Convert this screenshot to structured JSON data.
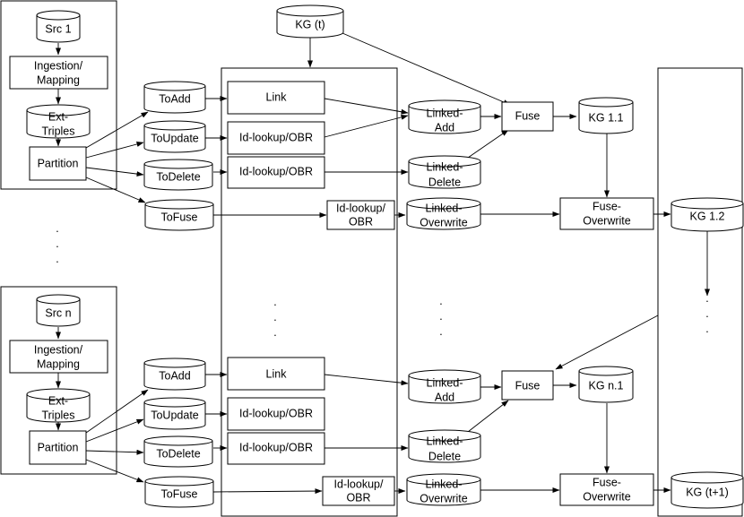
{
  "kg_t": "KG (t)",
  "source_1": {
    "src": "Src 1",
    "ingestion": [
      "Ingestion/",
      "Mapping"
    ],
    "ext": [
      "Ext-",
      "Triples"
    ],
    "partition": "Partition",
    "to_add": "ToAdd",
    "to_update": "ToUpdate",
    "to_delete": "ToDelete",
    "to_fuse": "ToFuse",
    "link": "Link",
    "idlookup_update": "Id-lookup/OBR",
    "idlookup_delete": "Id-lookup/OBR",
    "idlookup_fuse": [
      "Id-lookup/",
      "OBR"
    ],
    "linked_add": [
      "Linked-",
      "Add"
    ],
    "linked_delete": [
      "Linked-",
      "Delete"
    ],
    "linked_overwrite": [
      "Linked-",
      "Overwrite"
    ],
    "fuse": "Fuse",
    "kg_fused": "KG 1.1",
    "fuse_overwrite": [
      "Fuse-",
      "Overwrite"
    ],
    "kg_final": "KG 1.2"
  },
  "source_n": {
    "src": "Src n",
    "ingestion": [
      "Ingestion/",
      "Mapping"
    ],
    "ext": [
      "Ext-",
      "Triples"
    ],
    "partition": "Partition",
    "to_add": "ToAdd",
    "to_update": "ToUpdate",
    "to_delete": "ToDelete",
    "to_fuse": "ToFuse",
    "link": "Link",
    "idlookup_update": "Id-lookup/OBR",
    "idlookup_delete": "Id-lookup/OBR",
    "idlookup_fuse": [
      "Id-lookup/",
      "OBR"
    ],
    "linked_add": [
      "Linked-",
      "Add"
    ],
    "linked_delete": [
      "Linked-",
      "Delete"
    ],
    "linked_overwrite": [
      "Linked-",
      "Overwrite"
    ],
    "fuse": "Fuse",
    "kg_fused": "KG n.1",
    "fuse_overwrite": [
      "Fuse-",
      "Overwrite"
    ],
    "kg_final": "KG (t+1)"
  },
  "ellipsis": "·"
}
